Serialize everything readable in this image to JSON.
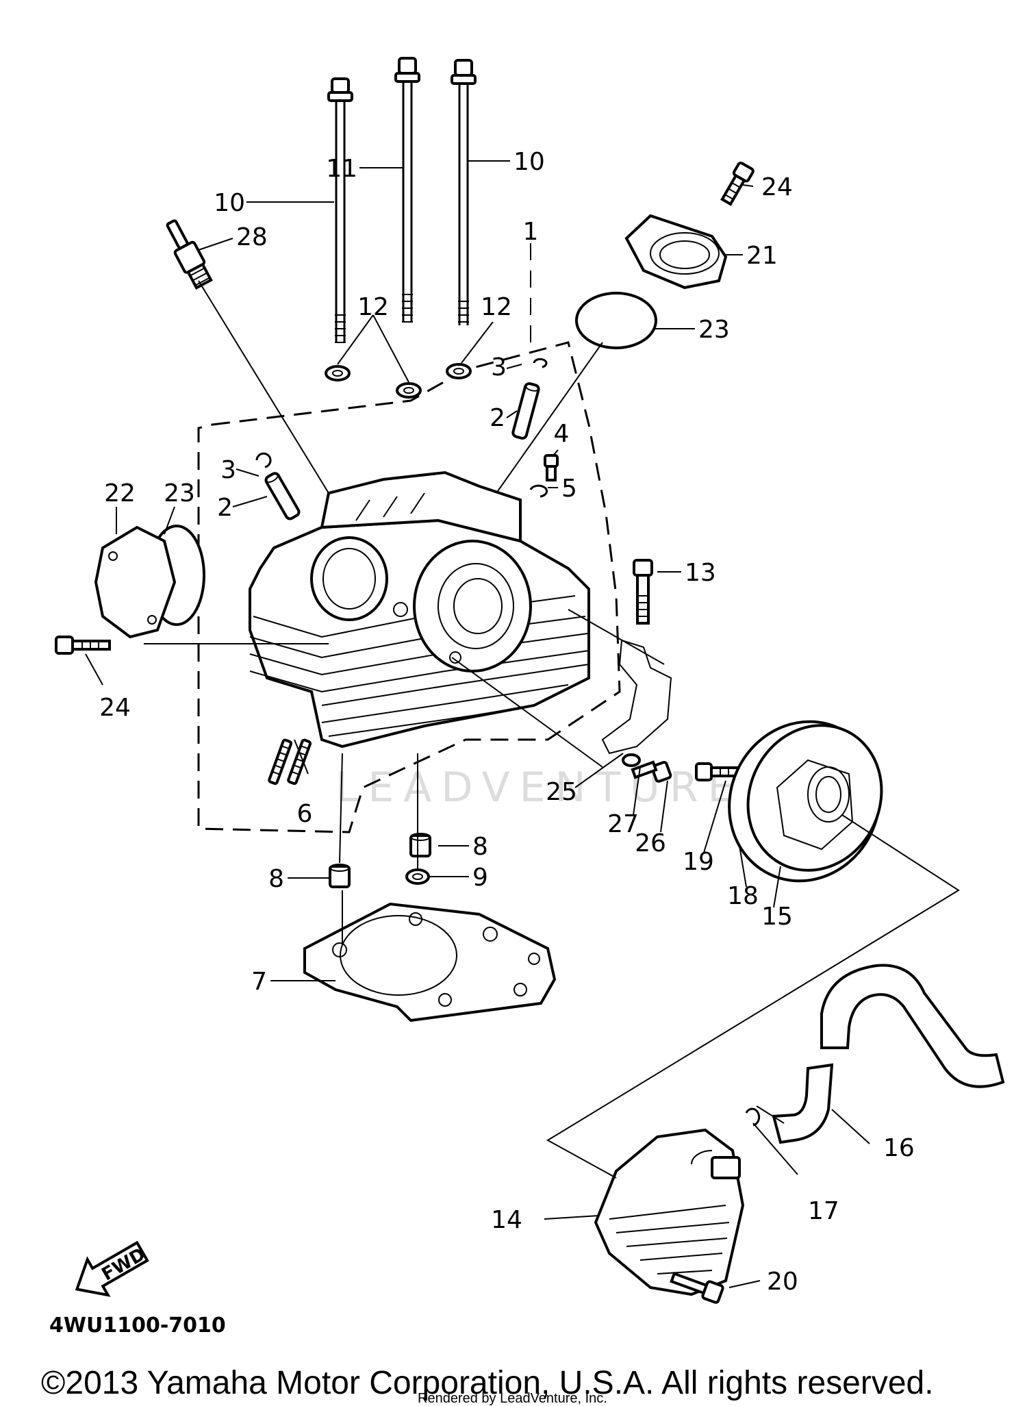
{
  "diagram": {
    "labels": {
      "p1": "1",
      "p2a": "2",
      "p2b": "2",
      "p3a": "3",
      "p3b": "3",
      "p4": "4",
      "p5": "5",
      "p6": "6",
      "p7": "7",
      "p8a": "8",
      "p8b": "8",
      "p9": "9",
      "p10a": "10",
      "p10b": "10",
      "p11": "11",
      "p12a": "12",
      "p12b": "12",
      "p13": "13",
      "p14": "14",
      "p15": "15",
      "p16": "16",
      "p17": "17",
      "p18": "18",
      "p19": "19",
      "p20": "20",
      "p21": "21",
      "p22": "22",
      "p23a": "23",
      "p23b": "23",
      "p24a": "24",
      "p24b": "24",
      "p25": "25",
      "p26": "26",
      "p27": "27",
      "p28": "28"
    },
    "fwd_label": "FWD",
    "part_code": "4WU1100-7010",
    "watermark": "LEADVENTURE",
    "copyright": "©2013 Yamaha Motor Corporation, U.S.A. All rights reserved.",
    "rendered_by": "Rendered by LeadVenture, Inc."
  }
}
